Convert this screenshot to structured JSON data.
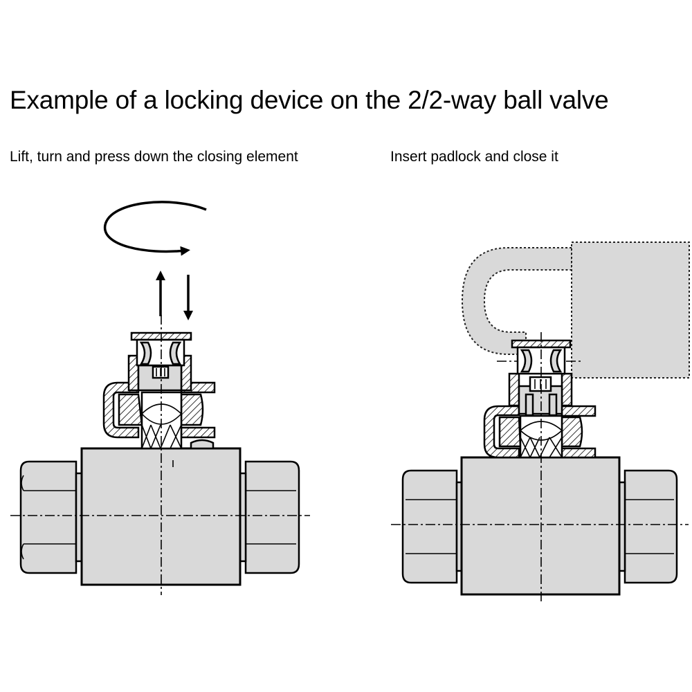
{
  "title": "Example of a locking device on the 2/2-way ball valve",
  "captions": {
    "left": "Lift, turn and press down the closing element",
    "right": "Insert padlock and close it"
  },
  "colors": {
    "fill": "#d9d9d9",
    "stroke": "#000000",
    "background": "#ffffff"
  },
  "icons": {
    "rotation": "curved-arrow-icon",
    "lift": "arrow-up-icon",
    "press": "arrow-down-icon"
  }
}
